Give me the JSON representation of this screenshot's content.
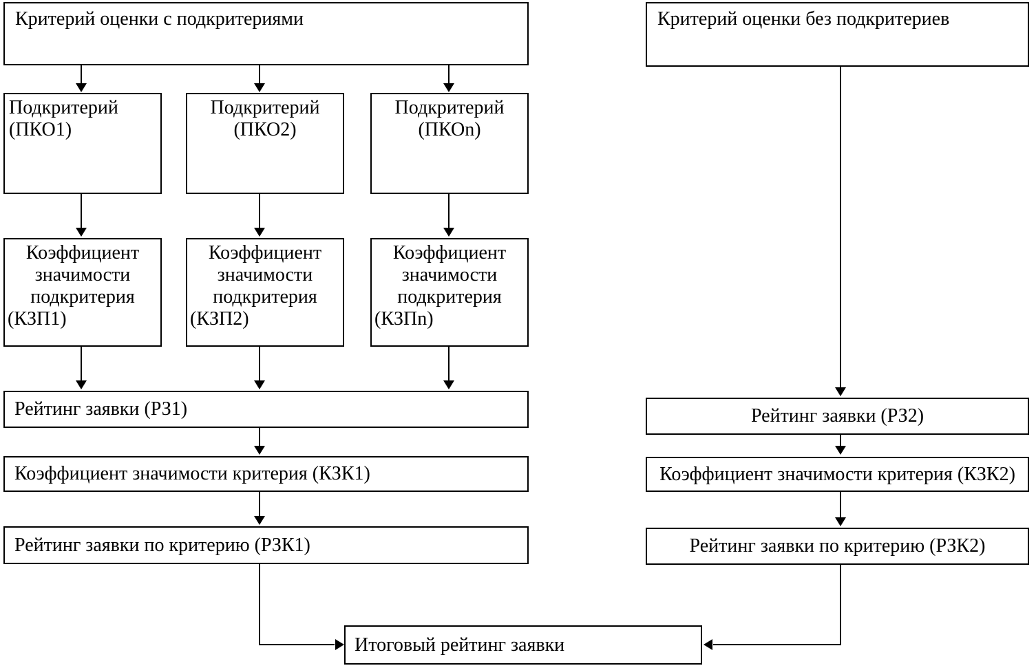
{
  "colors": {
    "line": "#000000",
    "text": "#000000",
    "background": "#ffffff"
  },
  "left_branch": {
    "root": "Критерий оценки с подкритериями",
    "subcriteria": [
      {
        "name": "Подкритерий",
        "code": "(ПКО1)"
      },
      {
        "name": "Подкритерий",
        "code": "(ПКО2)"
      },
      {
        "name": "Подкритерий",
        "code": "(ПКОn)"
      }
    ],
    "subcriterion_weights": [
      {
        "line1": "Коэффициент",
        "line2": "значимости",
        "line3": "подкритерия",
        "code": "(КЗП1)"
      },
      {
        "line1": "Коэффициент",
        "line2": "значимости",
        "line3": "подкритерия",
        "code": "(КЗП2)"
      },
      {
        "line1": "Коэффициент",
        "line2": "значимости",
        "line3": "подкритерия",
        "code": "(КЗПn)"
      }
    ],
    "application_rating": "Рейтинг заявки (РЗ1)",
    "criterion_weight": "Коэффициент значимости критерия (КЗК1)",
    "criterion_rating": "Рейтинг заявки по критерию (РЗК1)"
  },
  "right_branch": {
    "root": "Критерий оценки без подкритериев",
    "application_rating": "Рейтинг заявки (РЗ2)",
    "criterion_weight": "Коэффициент значимости критерия (КЗК2)",
    "criterion_rating": "Рейтинг заявки по критерию (РЗК2)"
  },
  "final": {
    "label": "Итоговый рейтинг заявки"
  }
}
